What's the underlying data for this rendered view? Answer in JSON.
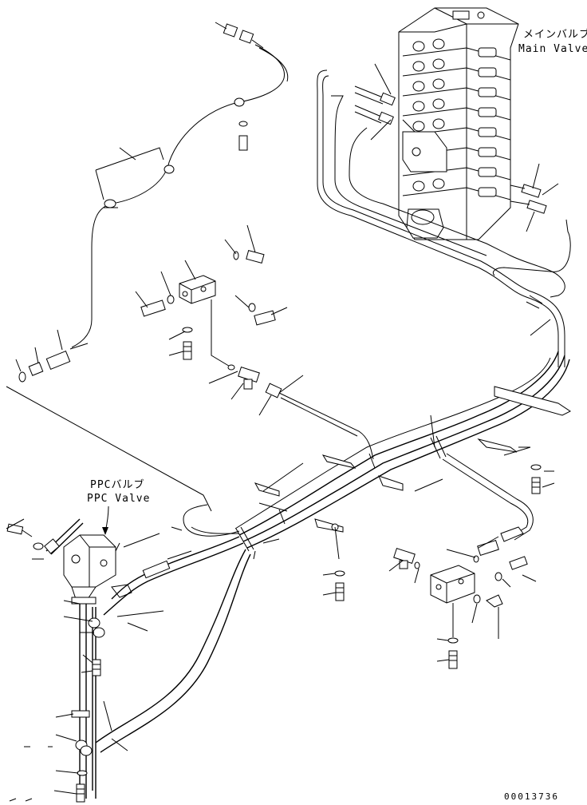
{
  "labels": {
    "main_valve_jp": "メインバルブ",
    "main_valve_en": "Main Valve",
    "ppc_valve_jp": "PPCバルブ",
    "ppc_valve_en": "PPC Valve",
    "drawing_number": "00013736"
  }
}
